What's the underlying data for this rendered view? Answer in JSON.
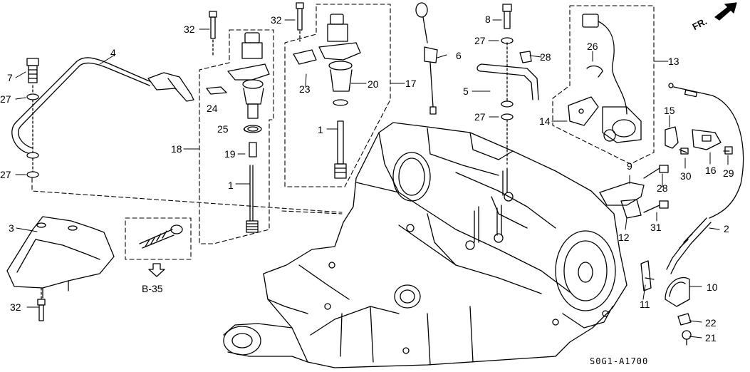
{
  "diagram": {
    "code": "S0G1-A1700",
    "direction_label": "FR.",
    "reference": "B-35",
    "callouts": [
      "1",
      "1",
      "1",
      "2",
      "3",
      "4",
      "5",
      "6",
      "7",
      "8",
      "9",
      "10",
      "11",
      "12",
      "13",
      "14",
      "15",
      "16",
      "17",
      "18",
      "19",
      "20",
      "21",
      "22",
      "23",
      "24",
      "25",
      "26",
      "27",
      "27",
      "27",
      "27",
      "27",
      "28",
      "28",
      "29",
      "30",
      "31",
      "32",
      "32",
      "32"
    ],
    "icons": [
      "arrow-fr-icon",
      "arrow-down-icon"
    ]
  }
}
